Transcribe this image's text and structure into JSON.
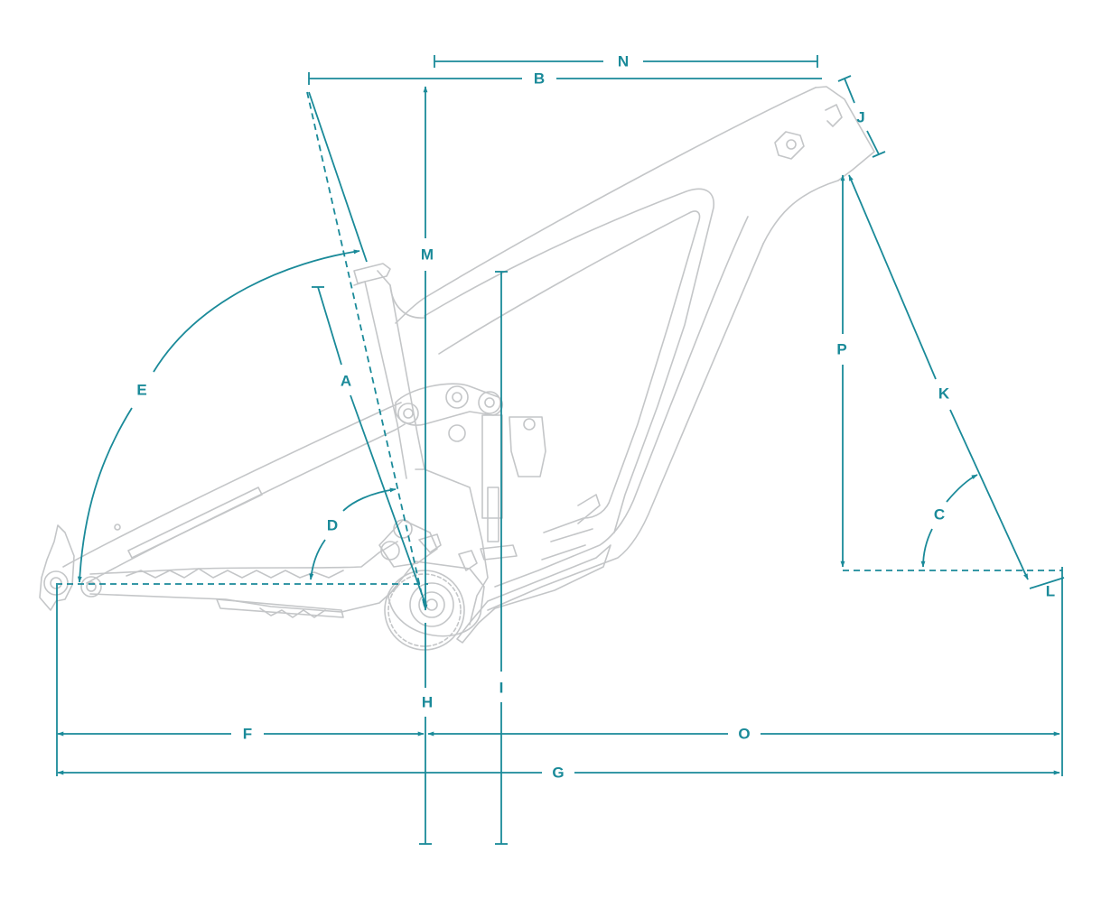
{
  "colors": {
    "dimension": "#1a8a99",
    "frame": "#c4c6c8",
    "frame_dark": "#a9abad",
    "background": "#ffffff"
  },
  "labels": {
    "a": "A",
    "b": "B",
    "c": "C",
    "d": "D",
    "e": "E",
    "f": "F",
    "g": "G",
    "h": "H",
    "i": "I",
    "j": "J",
    "k": "K",
    "l": "L",
    "m": "M",
    "n": "N",
    "o": "O",
    "p": "P"
  }
}
